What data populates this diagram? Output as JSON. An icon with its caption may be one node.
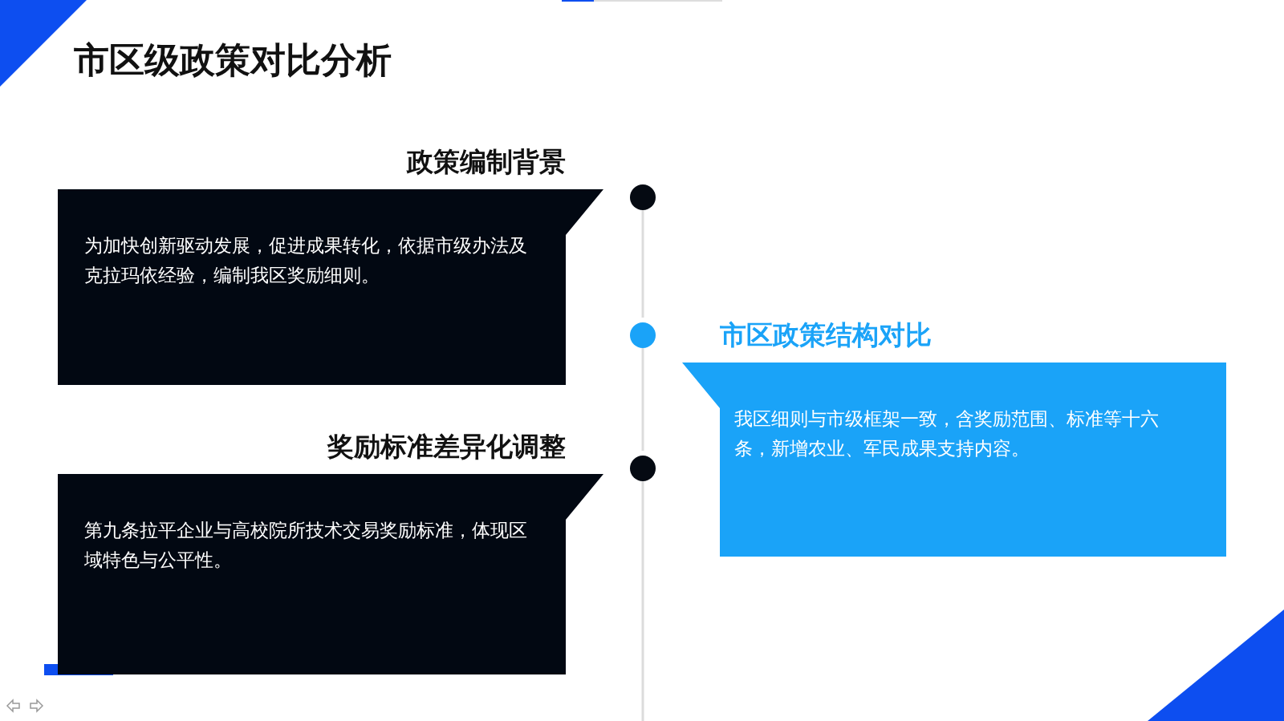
{
  "diagram": {
    "title": "市区级政策对比分析",
    "nodes": [
      {
        "text": [
          "政策编制背景",
          "为加快创新驱动发展，促进成果转化，依据市级办法及克拉玛依经验，编制我区奖励细则。"
        ]
      },
      {
        "text": [
          "市区政策结构对比",
          "我区细则与市级框架一致，含奖励范围、标准等十六条，新增农业、军民成果支持内容。"
        ]
      },
      {
        "text": [
          "奖励标准差异化调整",
          "第九条拉平企业与高校院所技术交易奖励标准，体现区域特色与公平性。"
        ]
      },
      {
        "text": [],
        "shape": "circle"
      },
      {
        "text": [],
        "shape": "circle"
      },
      {
        "text": [],
        "shape": "circle"
      }
    ],
    "edges": [
      {
        "from": 3,
        "to": 4,
        "arrow": "none"
      },
      {
        "from": 4,
        "to": 5,
        "arrow": "none"
      },
      {
        "from": 5,
        "to": null,
        "arrow": "none"
      }
    ]
  }
}
